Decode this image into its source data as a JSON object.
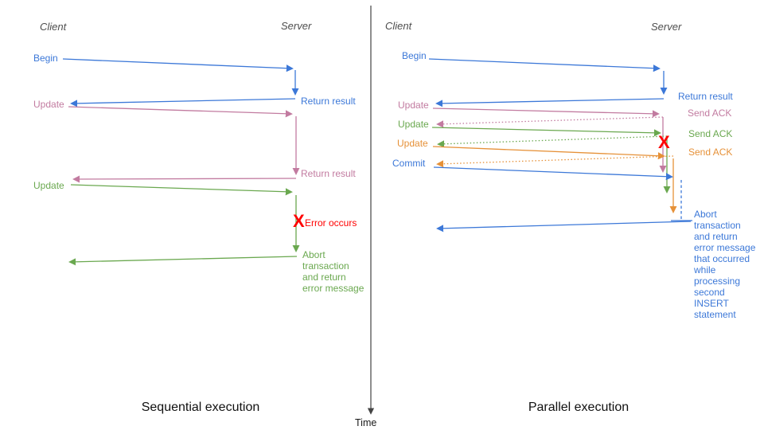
{
  "colors": {
    "blue": "#3c78d8",
    "pink": "#c27ba0",
    "green": "#6aa84f",
    "orange": "#e69138",
    "red": "#ff0000",
    "axis": "#444444",
    "header_gray": "#4d4d4d"
  },
  "axis": {
    "time_label": "Time"
  },
  "left_panel": {
    "caption": "Sequential execution",
    "client_header": "Client",
    "server_header": "Server",
    "begin_label": "Begin",
    "return_result_1": "Return result",
    "update_1": "Update",
    "return_result_2": "Return result",
    "update_2": "Update",
    "error_mark": "X",
    "error_label": "Error occurs",
    "abort_note": "Abort\ntransaction\nand return\nerror message"
  },
  "right_panel": {
    "caption": "Parallel execution",
    "client_header": "Client",
    "server_header": "Server",
    "begin_label": "Begin",
    "return_result": "Return result",
    "update_1": "Update",
    "send_ack_1": "Send ACK",
    "update_2": "Update",
    "send_ack_2": "Send ACK",
    "update_3": "Update",
    "send_ack_3": "Send ACK",
    "commit_label": "Commit",
    "error_mark": "X",
    "abort_note": "Abort\ntransaction\nand return\nerror message\nthat occurred\nwhile\nprocessing\nsecond\nINSERT\nstatement"
  }
}
